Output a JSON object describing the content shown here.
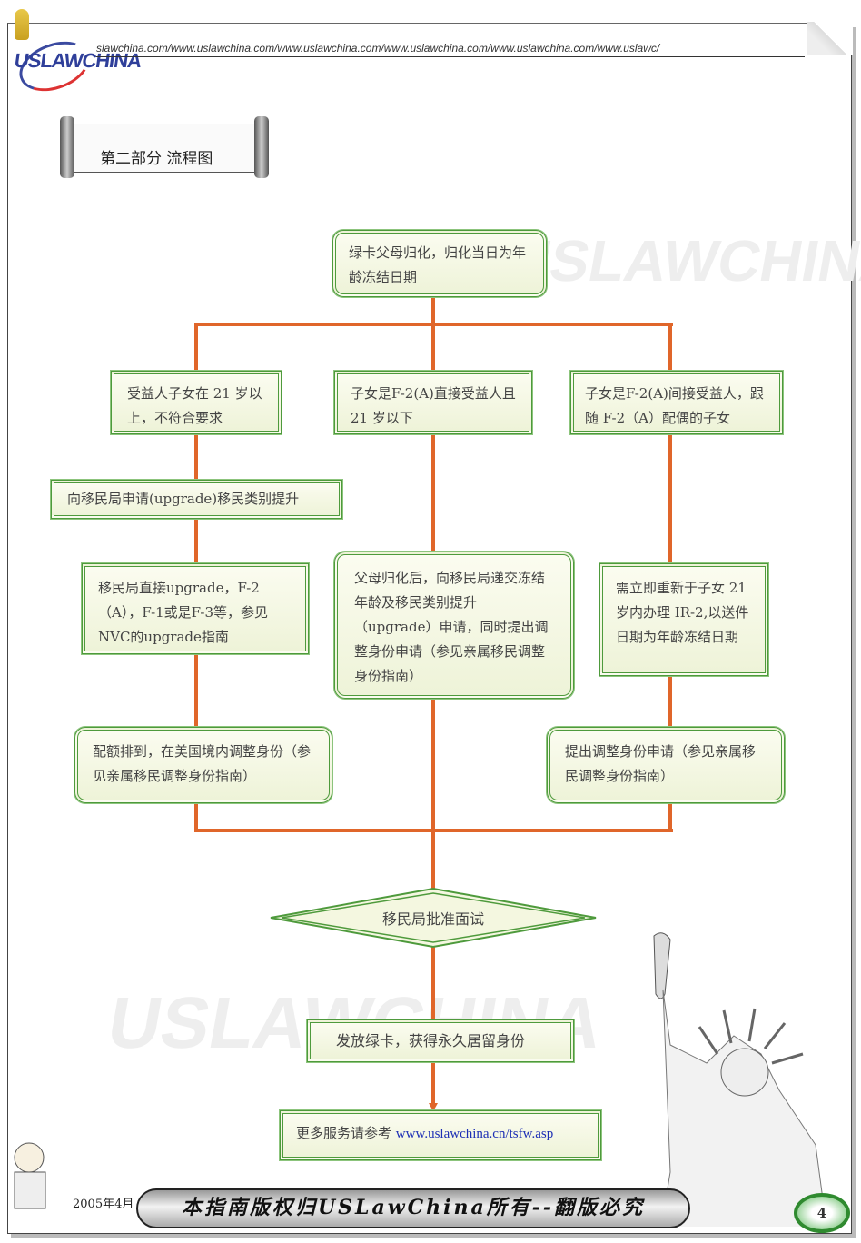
{
  "header": {
    "url_strip": "slawchina.com/www.uslawchina.com/www.uslawchina.com/www.uslawchina.com/www.uslawchina.com/www.uslawc/",
    "logo_text": "USLAWCHINA"
  },
  "section_title": "第二部分  流程图",
  "watermark": "USLAWCHINA",
  "flow": {
    "start": "绿卡父母归化，归化当日为年龄冻结日期",
    "branch_left": "受益人子女在 21 岁以上，不符合要求",
    "branch_middle": "子女是F-2(A)直接受益人且 21 岁以下",
    "branch_right": "子女是F-2(A)间接受益人，跟随 F-2（A）配偶的子女",
    "left_upgrade": "向移民局申请(upgrade)移民类别提升",
    "left_step2": "移民局直接upgrade，F-2（A），F-1或是F-3等，参见NVC的upgrade指南",
    "middle_step": "父母归化后，向移民局递交冻结年龄及移民类别提升（upgrade）申请，同时提出调整身份申请（参见亲属移民调整身份指南）",
    "right_step1": "需立即重新于子女 21 岁内办理 IR-2,以送件日期为年龄冻结日期",
    "left_step3": "配额排到，在美国境内调整身份（参见亲属移民调整身份指南）",
    "right_step2": "提出调整身份申请（参见亲属移民调整身份指南）",
    "decision": "移民局批准面试",
    "result": "发放绿卡，获得永久居留身份",
    "more_text": "更多服务请参考",
    "more_link": "www.uslawchina.cn/tsfw.asp"
  },
  "footer": {
    "date": "2005年4月",
    "copyright": "本指南版权归USLawChina所有--翻版必究",
    "page": "4"
  },
  "colors": {
    "connector": "#e0662a",
    "box_border": "#4e9a3c"
  }
}
